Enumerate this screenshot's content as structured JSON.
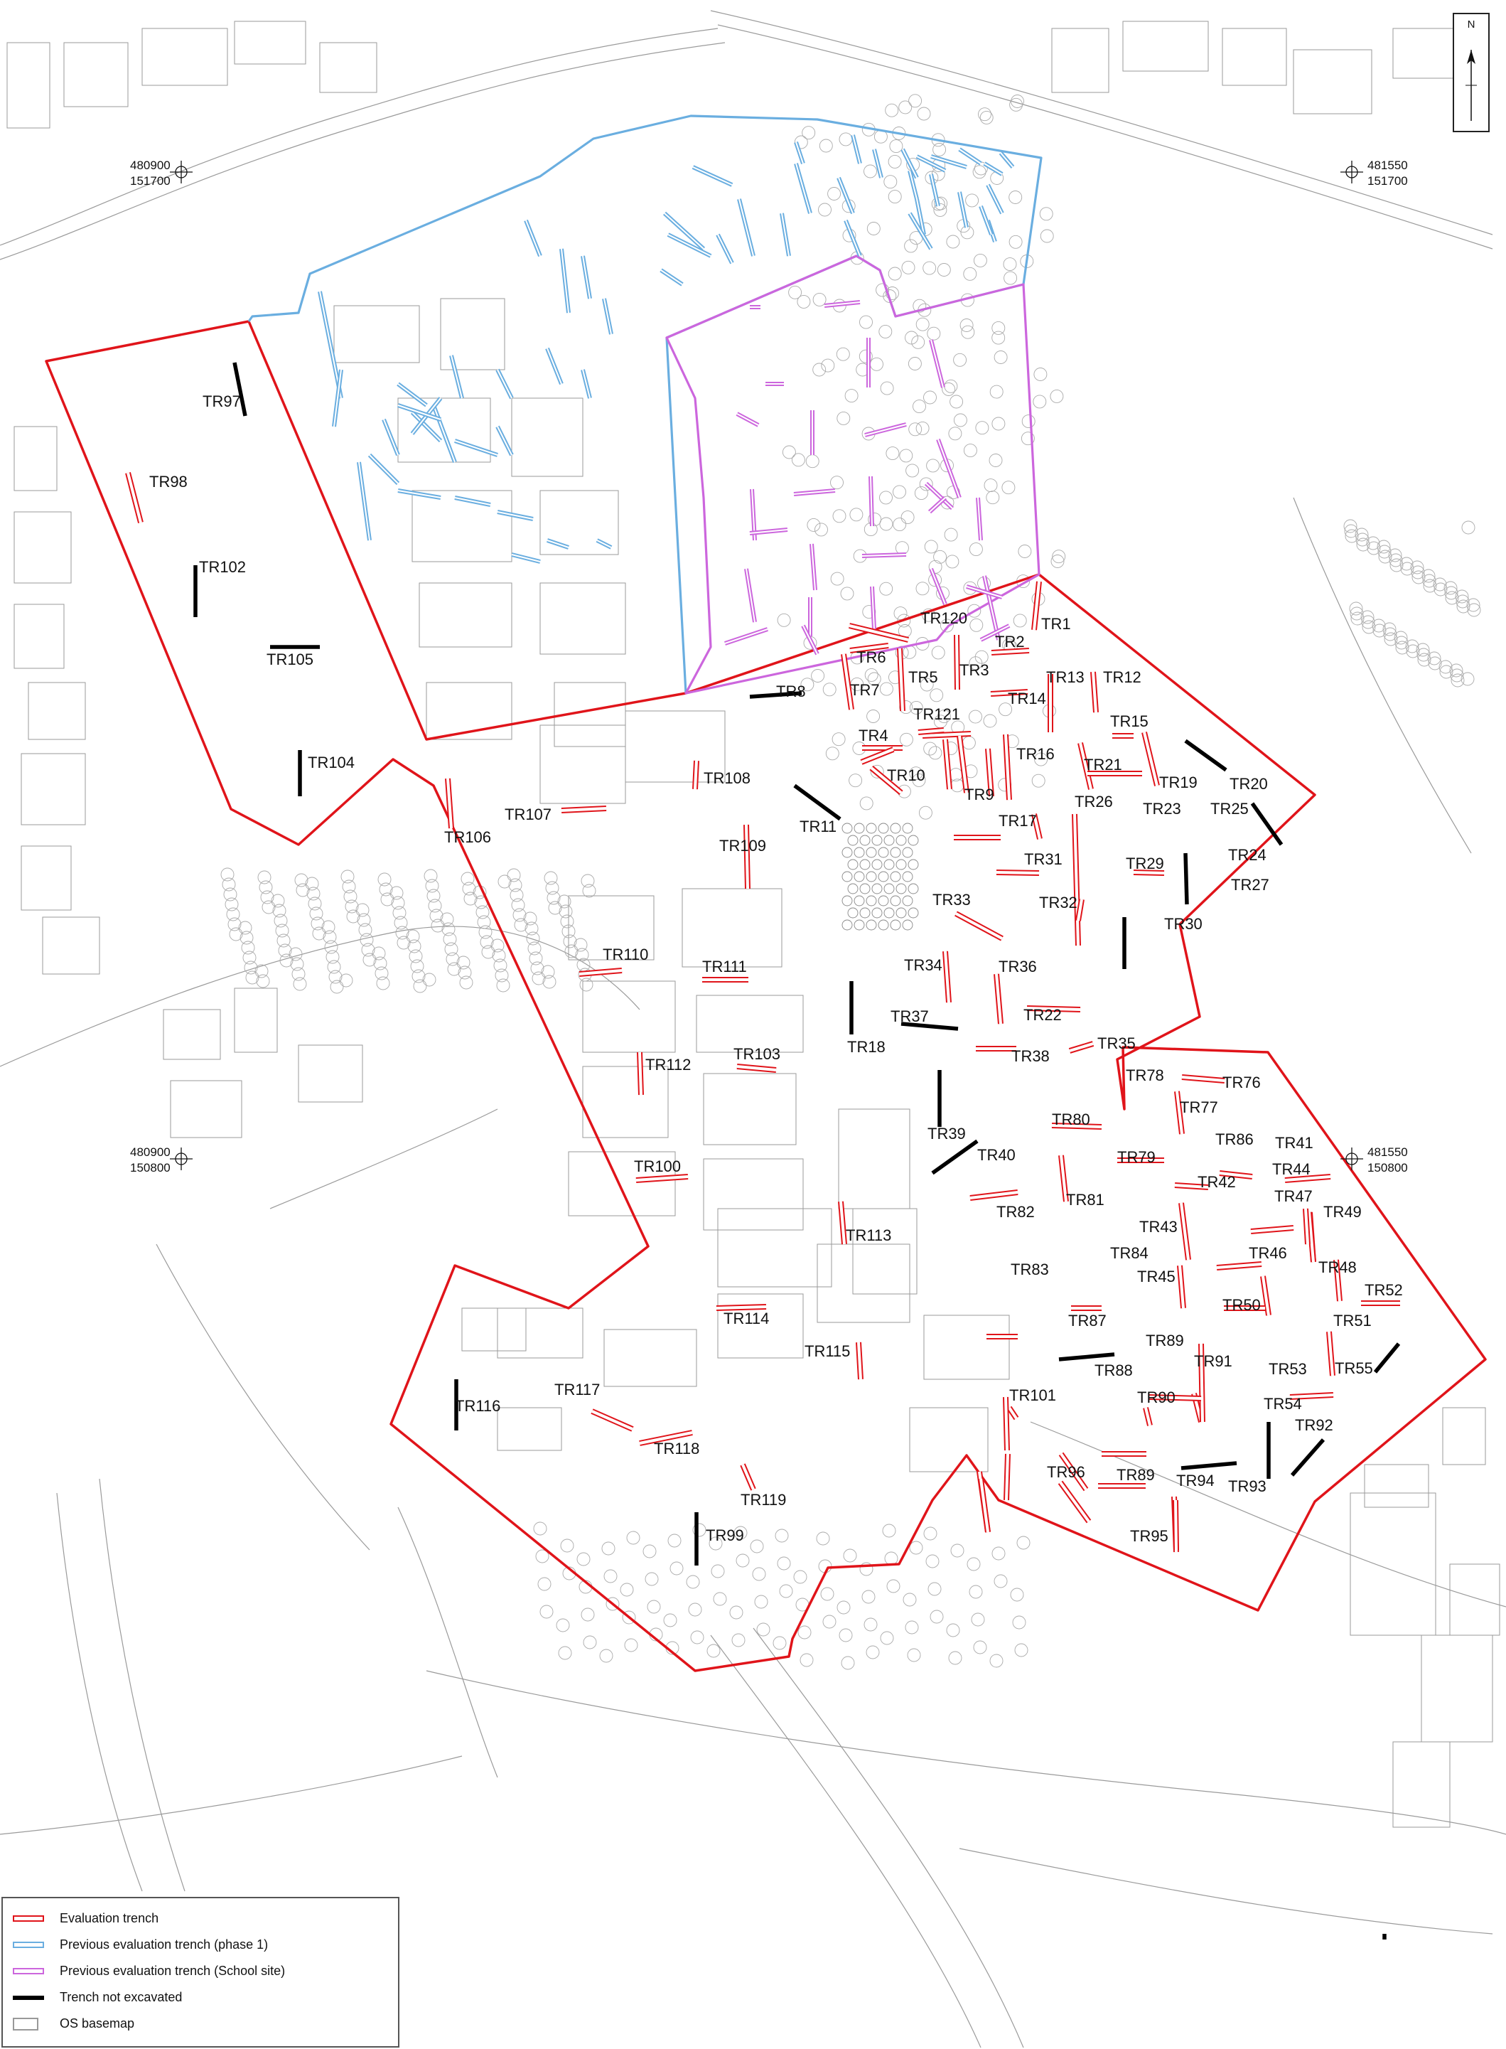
{
  "legend": {
    "items": [
      {
        "label": "Evaluation trench",
        "symbol": "evaluation-trench"
      },
      {
        "label": "Previous evaluation trench (phase 1)",
        "symbol": "previous-trench-phase-1"
      },
      {
        "label": "Previous evaluation trench (School site)",
        "symbol": "previous-trench-school-site"
      },
      {
        "label": "Trench not excavated",
        "symbol": "trench-not-excavated"
      },
      {
        "label": "OS basemap",
        "symbol": "os-basemap"
      }
    ]
  },
  "north_arrow": {
    "label": "N"
  },
  "grid_coords": [
    {
      "easting": "480900",
      "northing": "151700"
    },
    {
      "easting": "481550",
      "northing": "151700"
    },
    {
      "easting": "480900",
      "northing": "150800"
    },
    {
      "easting": "481550",
      "northing": "150800"
    }
  ],
  "colors": {
    "evaluation_trench": "#e0141a",
    "phase1_boundary": "#6aaee0",
    "school_boundary": "#cc66dd",
    "not_excavated": "#000000",
    "basemap": "#9a9a9a"
  },
  "trench_labels": [
    "TR1",
    "TR2",
    "TR3",
    "TR4",
    "TR5",
    "TR6",
    "TR7",
    "TR8",
    "TR9",
    "TR10",
    "TR11",
    "TR12",
    "TR13",
    "TR14",
    "TR15",
    "TR16",
    "TR17",
    "TR18",
    "TR19",
    "TR20",
    "TR21",
    "TR22",
    "TR23",
    "TR24",
    "TR25",
    "TR26",
    "TR27",
    "TR29",
    "TR30",
    "TR31",
    "TR32",
    "TR33",
    "TR34",
    "TR35",
    "TR36",
    "TR37",
    "TR38",
    "TR39",
    "TR40",
    "TR41",
    "TR42",
    "TR43",
    "TR44",
    "TR45",
    "TR46",
    "TR47",
    "TR48",
    "TR49",
    "TR50",
    "TR51",
    "TR52",
    "TR53",
    "TR54",
    "TR55",
    "TR76",
    "TR77",
    "TR78",
    "TR79",
    "TR80",
    "TR81",
    "TR82",
    "TR83",
    "TR84",
    "TR86",
    "TR87",
    "TR88",
    "TR89",
    "TR89",
    "TR90",
    "TR91",
    "TR92",
    "TR93",
    "TR94",
    "TR95",
    "TR96",
    "TR97",
    "TR98",
    "TR99",
    "TR100",
    "TR101",
    "TR102",
    "TR103",
    "TR104",
    "TR105",
    "TR106",
    "TR107",
    "TR108",
    "TR109",
    "TR110",
    "TR111",
    "TR112",
    "TR113",
    "TR114",
    "TR115",
    "TR116",
    "TR117",
    "TR118",
    "TR119",
    "TR120",
    "TR121"
  ]
}
